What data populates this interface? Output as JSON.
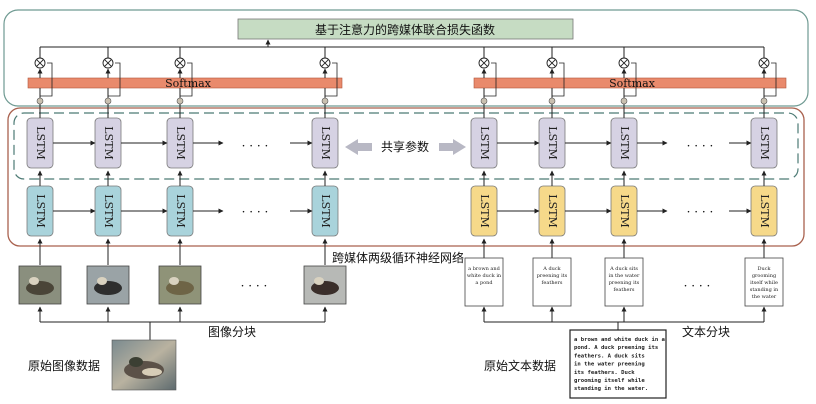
{
  "loss_title": "基于注意力的跨媒体联合损失函数",
  "softmax_label": "Softmax",
  "lstm_label": "LSTM",
  "ellipsis": "· · · ·",
  "shared_params_label": "共享参数",
  "network_label": "跨媒体两级循环神经网络",
  "image_blocks_label": "图像分块",
  "original_image_label": "原始图像数据",
  "text_blocks_label": "文本分块",
  "original_text_label": "原始文本数据",
  "text_blocks": [
    [
      "a brown and",
      "white duck in",
      "a pond"
    ],
    [
      "A duck",
      "preening its",
      "feathers"
    ],
    [
      "A duck sits",
      "in the water",
      "preening its",
      "feathers"
    ],
    [
      "Duck",
      "grooming",
      "itself while",
      "standing in",
      "the water"
    ]
  ],
  "original_text": [
    "a brown and white duck in a",
    "pond. A duck preening its",
    "feathers. A duck sits",
    "in the water preening",
    "its feathers. Duck",
    "grooming itself while",
    "standing in the water."
  ],
  "colors": {
    "image_lstm": "#a9d3db",
    "text_lstm": "#f6d98a",
    "shared_lstm": "#d6d2e3",
    "softmax_bar": "#e98a6c",
    "loss_box": "#c6dcc3",
    "network_border": "#a9614e",
    "outer_border": "#6f9a92"
  }
}
